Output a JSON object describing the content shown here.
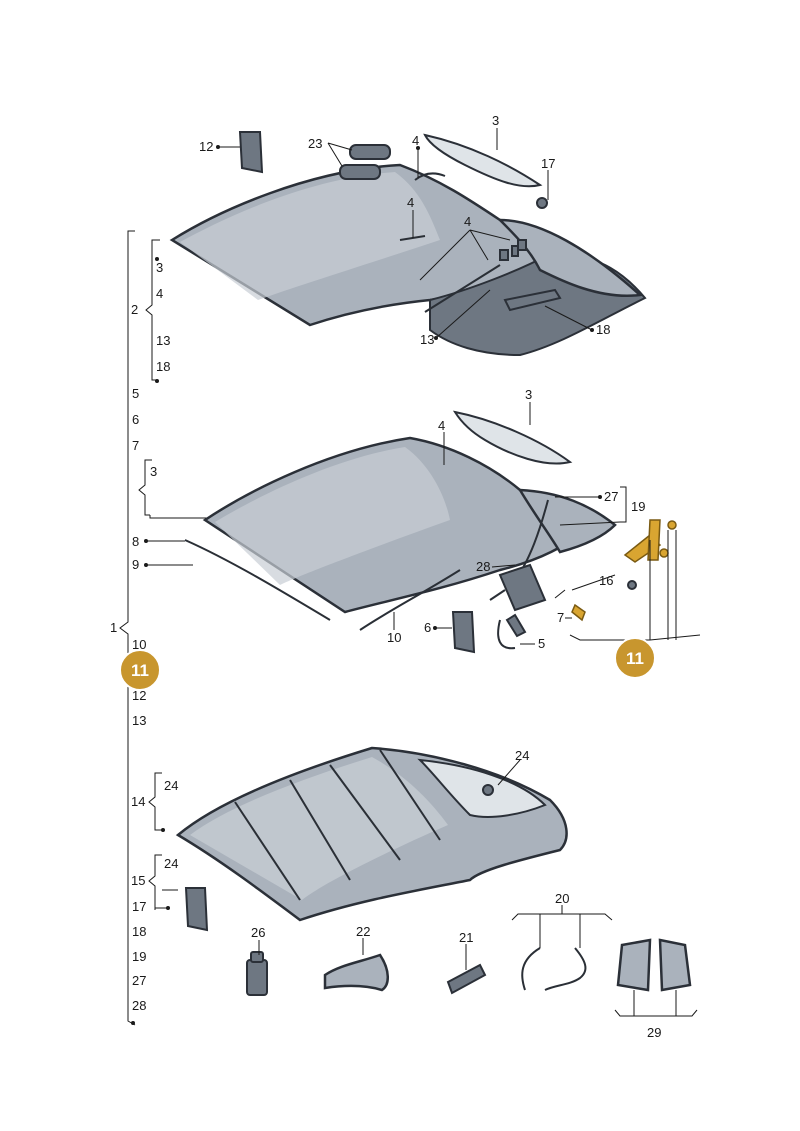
{
  "list": {
    "group_a": {
      "main": "2",
      "subs": [
        "3",
        "4",
        "13",
        "18"
      ]
    },
    "items_a": [
      "5",
      "6",
      "7"
    ],
    "group_b": {
      "subs": [
        "3"
      ]
    },
    "items_b": [
      "8",
      "9"
    ],
    "root": "1",
    "items_c": [
      "10",
      "11",
      "12",
      "13"
    ],
    "group_c": {
      "main": "14",
      "subs": [
        "24"
      ]
    },
    "group_d": {
      "main": "15",
      "subs": [
        "24"
      ],
      "extra": "17"
    },
    "items_d": [
      "18",
      "19",
      "27",
      "28"
    ]
  },
  "callouts": {
    "top": [
      "12",
      "23",
      "3",
      "17",
      "4",
      "4",
      "4",
      "13",
      "18"
    ],
    "middle": [
      "3",
      "4",
      "27",
      "19",
      "28",
      "16",
      "7",
      "5",
      "6",
      "10"
    ],
    "bottom": [
      "24",
      "20",
      "26",
      "22",
      "21",
      "29"
    ]
  },
  "highlight": {
    "label": "11",
    "color": "#c8962e"
  }
}
